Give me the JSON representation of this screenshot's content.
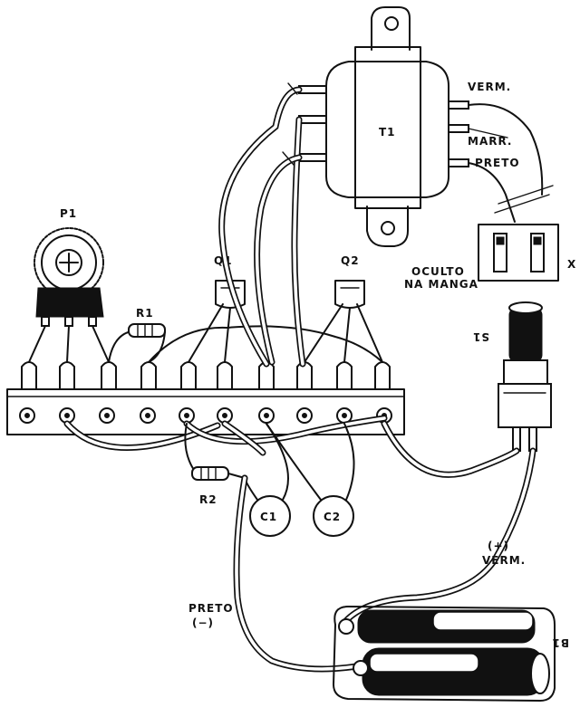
{
  "diagram": {
    "labels": {
      "t1": "T1",
      "verm_top": "VERM.",
      "marr": "MARR.",
      "preto_top": "PRETO",
      "x": "X",
      "oculto": "OCULTO",
      "na_manga": "NA MANGA",
      "p1": "P1",
      "r1": "R1",
      "q1": "Q1",
      "q2": "Q2",
      "s1": "S1",
      "r2": "R2",
      "c1": "C1",
      "c2": "C2",
      "plus": "(+)",
      "verm_bottom": "VERM.",
      "preto_bottom": "PRETO",
      "minus": "(−)",
      "b1": "B1"
    }
  }
}
